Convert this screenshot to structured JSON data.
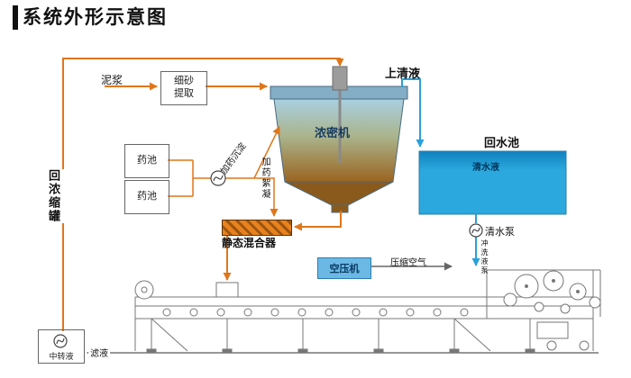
{
  "title": "系统外形示意图",
  "colors": {
    "pipe_orange": "#e0761a",
    "pipe_blue": "#2aa0d8",
    "pool_blue": "#29a5da",
    "tank_top_blue": "#a9d0e2",
    "tank_bottom_brown": "#9a6420",
    "machine_gray": "#777777"
  },
  "labels": {
    "mud": "泥浆",
    "fine_sand_extraction": "细砂提取",
    "supernatant": "上清液",
    "thickener": "浓密机",
    "return_water_pool": "回水池",
    "clear_water": "清水液",
    "clear_water_pump": "清水泵",
    "flush_pump": "冲洗液泵",
    "chemical_pool_top": "药池",
    "chemical_pool_bottom": "药池",
    "dosing_sedimentation": "加药沉淀",
    "dosing_flocculation": "加药絮凝",
    "static_mixer": "静态混合器",
    "air_compressor": "空压机",
    "compressed_air": "压缩空气",
    "return_concentrate_tank": "回浓缩罐",
    "transfer_liquid": "中转液",
    "filtrate": "滤液"
  }
}
